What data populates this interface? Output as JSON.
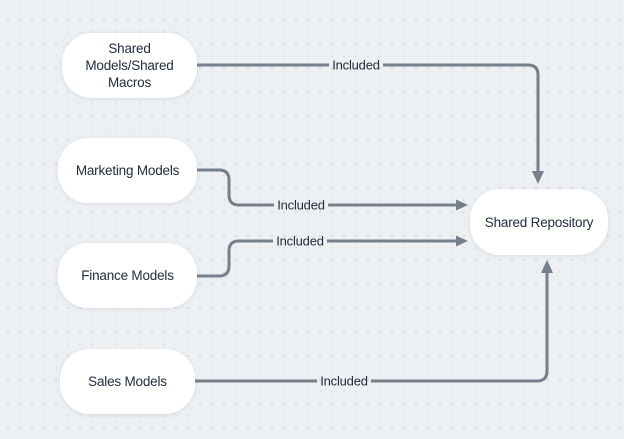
{
  "diagram": {
    "colors": {
      "background": "#edf0f3",
      "grid_dots": "#d4d9de",
      "connector": "#76808d",
      "node_fill": "#ffffff",
      "text": "#212e3e"
    },
    "nodes": [
      {
        "id": "shared-models-shared-macros",
        "label": "Shared Models/Shared Macros"
      },
      {
        "id": "marketing-models",
        "label": "Marketing Models"
      },
      {
        "id": "finance-models",
        "label": "Finance Models"
      },
      {
        "id": "sales-models",
        "label": "Sales Models"
      },
      {
        "id": "shared-repository",
        "label": "Shared Repository"
      }
    ],
    "edges": [
      {
        "from": "shared-models-shared-macros",
        "to": "shared-repository",
        "label": "Included"
      },
      {
        "from": "marketing-models",
        "to": "shared-repository",
        "label": "Included"
      },
      {
        "from": "finance-models",
        "to": "shared-repository",
        "label": "Included"
      },
      {
        "from": "sales-models",
        "to": "shared-repository",
        "label": "Included"
      }
    ]
  }
}
